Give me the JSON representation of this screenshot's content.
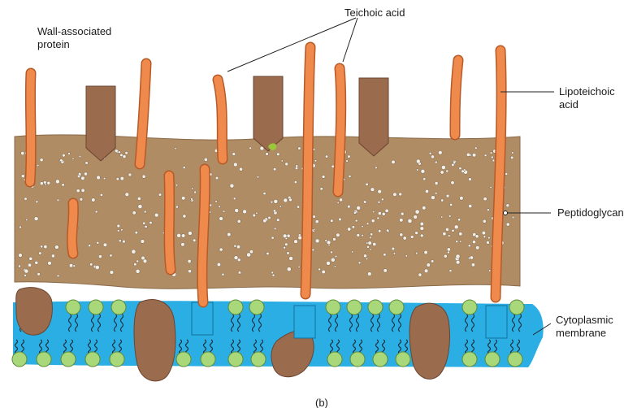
{
  "labels": {
    "wall_associated_protein": [
      "Wall-associated",
      "protein"
    ],
    "teichoic_acid": "Teichoic acid",
    "lipoteichoic_acid": [
      "Lipoteichoic",
      "acid"
    ],
    "peptidoglycan": "Peptidoglycan",
    "cytoplasmic_membrane": [
      "Cytoplasmic",
      "membrane"
    ],
    "panel": "(b)"
  },
  "colors": {
    "peptidoglycan": "#b08c64",
    "peptidoglycan_edge": "#8a6a48",
    "teichoic_acid": "#f08a4c",
    "teichoic_acid_edge": "#b55a28",
    "protein": "#9b6b4e",
    "protein_edge": "#6a4430",
    "membrane": "#2aaee4",
    "phospholipid_head": "#a9d87a",
    "phospholipid_head_edge": "#5e8c3a",
    "dots": "#f4efe6"
  }
}
